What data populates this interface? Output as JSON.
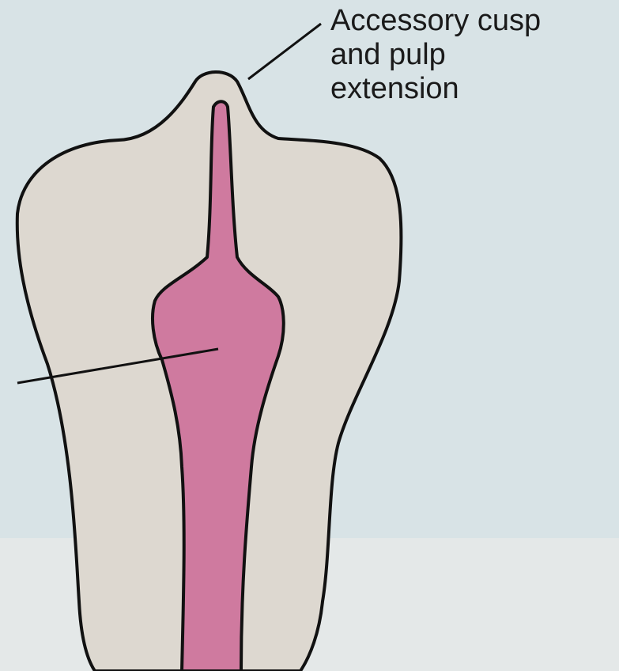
{
  "labels": {
    "accessory_cusp": [
      "Accessory cusp",
      "and pulp",
      "extension"
    ]
  },
  "colors": {
    "background": "#d8e3e6",
    "background_lower": "#e4e8e8",
    "dentin": "#ddd8d0",
    "pulp": "#cf7a9f",
    "outline": "#111111"
  }
}
